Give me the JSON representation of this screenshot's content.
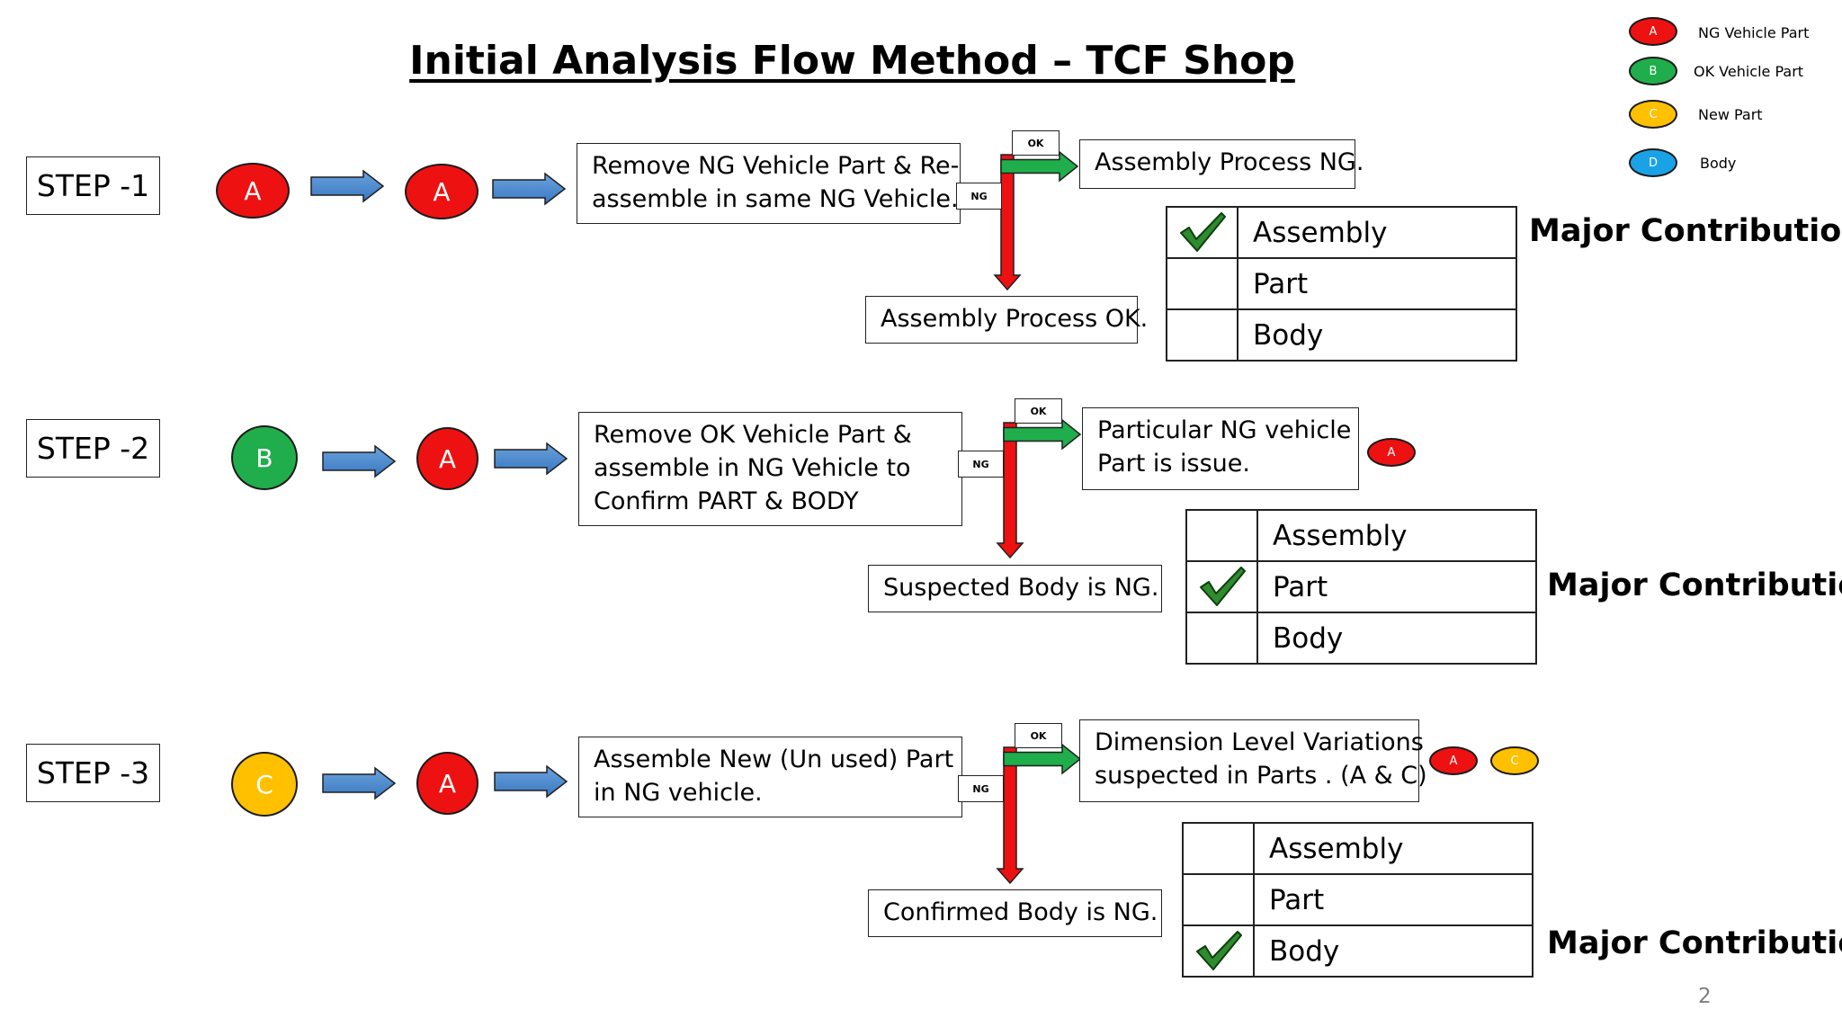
{
  "title": "Initial Analysis Flow Method – TCF Shop",
  "page_number": "2",
  "legend": [
    {
      "letter": "A",
      "label": "NG Vehicle Part",
      "color": "#ee1111"
    },
    {
      "letter": "B",
      "label": "OK Vehicle Part",
      "color": "#1fae4b"
    },
    {
      "letter": "C",
      "label": "New Part",
      "color": "#ffc000"
    },
    {
      "letter": "D",
      "label": "Body",
      "color": "#1aa2e6"
    }
  ],
  "flow_tags": {
    "ok": "OK",
    "ng": "NG"
  },
  "steps": [
    {
      "label": "STEP -1",
      "from_letter": "A",
      "to_letter": "A",
      "action_lines": [
        "Remove NG Vehicle Part & Re-",
        "assemble in same NG Vehicle."
      ],
      "ok_result_lines": [
        "Assembly Process NG."
      ],
      "ng_result": "Assembly Process OK.",
      "contribution_rows": [
        "Assembly",
        "Part",
        "Body"
      ],
      "checked_row": "Assembly",
      "contribution_label": "Major Contribution"
    },
    {
      "label": "STEP -2",
      "from_letter": "B",
      "to_letter": "A",
      "action_lines": [
        "Remove OK Vehicle Part &",
        "assemble in NG Vehicle to",
        "Confirm PART & BODY"
      ],
      "ok_result_lines": [
        "Particular NG vehicle",
        "Part is issue."
      ],
      "ok_badges": [
        "A"
      ],
      "ng_result": "Suspected Body is NG.",
      "contribution_rows": [
        "Assembly",
        "Part",
        "Body"
      ],
      "checked_row": "Part",
      "contribution_label": "Major Contribution"
    },
    {
      "label": "STEP -3",
      "from_letter": "C",
      "to_letter": "A",
      "action_lines": [
        "Assemble New (Un used) Part",
        "in NG vehicle."
      ],
      "ok_result_lines": [
        "Dimension Level Variations",
        "suspected in Parts . (A & C)"
      ],
      "ok_badges": [
        "A",
        "C"
      ],
      "ng_result": "Confirmed Body is NG.",
      "contribution_rows": [
        "Assembly",
        "Part",
        "Body"
      ],
      "checked_row": "Body",
      "contribution_label": "Major Contribution"
    }
  ]
}
